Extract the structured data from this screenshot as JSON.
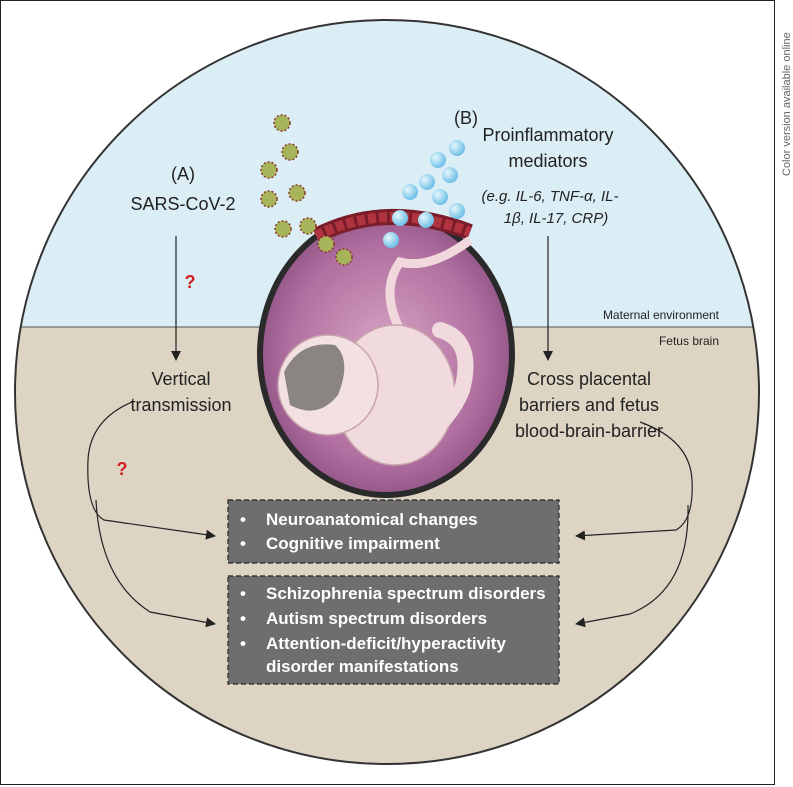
{
  "side_note": "Color version available online",
  "labels": {
    "a_letter": "(A)",
    "a_agent": "SARS-CoV-2",
    "b_letter": "(B)",
    "b_title_line1": "Proinflammatory",
    "b_title_line2": "mediators",
    "b_examples_line1": "(e.g. IL-6, TNF-α, IL-",
    "b_examples_line2": "1β, IL-17, CRP)",
    "maternal_env": "Maternal environment",
    "fetus_brain": "Fetus brain",
    "question_mark_1": "?",
    "question_mark_2": "?",
    "vertical_line1": "Vertical",
    "vertical_line2": "transmission",
    "cross_line1": "Cross placental",
    "cross_line2": "barriers and fetus",
    "cross_line3": "blood-brain-barrier"
  },
  "box1": {
    "items": [
      "Neuroanatomical changes",
      "Cognitive impairment"
    ]
  },
  "box2": {
    "items": [
      "Schizophrenia spectrum disorders",
      "Autism spectrum disorders",
      "Attention-deficit/hyperactivity",
      "disorder manifestations"
    ]
  },
  "bullet": "•",
  "colors": {
    "maternal_bg": "#dbeef5",
    "fetal_bg": "#ddd4c4",
    "box_fill": "#6e6e6e",
    "question_mark": "#d11f1f",
    "virus": "#a7b45a",
    "mediator": "#8fd2ee"
  }
}
